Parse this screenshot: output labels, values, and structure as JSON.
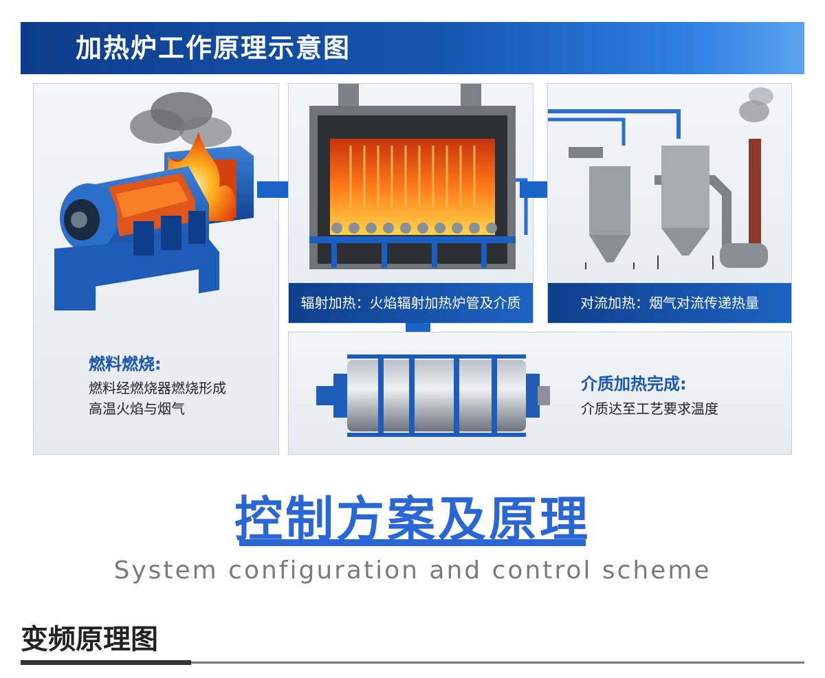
{
  "banner": {
    "title": "加热炉工作原理示意图"
  },
  "panel_combustion": {
    "title": "燃料燃烧:",
    "desc_lines": [
      "燃料经燃烧器燃烧形成",
      "高温火焰与烟气"
    ]
  },
  "panel_radiation": {
    "caption": "辐射加热：火焰辐射加热炉管及介质"
  },
  "panel_convection": {
    "caption": "对流加热：烟气对流传递热量"
  },
  "panel_medium": {
    "title": "介质加热完成:",
    "desc": "介质达至工艺要求温度"
  },
  "section": {
    "main_title": "控制方案及原理",
    "subtitle": "System configuration and control scheme",
    "heading": "变频原理图"
  },
  "colors": {
    "brand_blue": "#1657b3",
    "accent_blue": "#2a66d4",
    "flame": "#ff7a1a"
  }
}
